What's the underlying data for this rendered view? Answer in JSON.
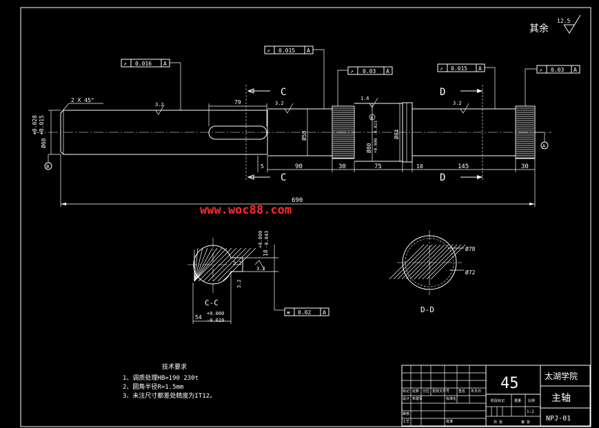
{
  "header": {
    "surface_finish_note": "其余",
    "surface_finish_value": "12.5"
  },
  "tolerance_frames": {
    "f1": {
      "symbol": "↗",
      "value": "0.016",
      "datum": "A"
    },
    "f2": {
      "symbol": "↗",
      "value": "0.015",
      "datum": "A"
    },
    "f3": {
      "symbol": "↗",
      "value": "0.03",
      "datum": "A"
    },
    "f4": {
      "symbol": "↗",
      "value": "0.015",
      "datum": "A"
    },
    "f5": {
      "symbol": "↗",
      "value": "0.03",
      "datum": "A"
    },
    "f6": {
      "symbol": "≡",
      "value": "0.02",
      "datum": "A"
    }
  },
  "main_view": {
    "chamfer": "2 X 45°",
    "left_diameter": "Ø60",
    "left_tol_upper": "+0.028",
    "left_tol_lower": "+0.015",
    "datum_b": "B",
    "datum_a": "A",
    "roughness_left": "3.2",
    "roughness_mid": "3.2",
    "roughness_gear": "1.6",
    "roughness_right": "3.2",
    "keyway_length": "79",
    "step_small": "5",
    "diam_58": "Ø58",
    "diam_80": "Ø80",
    "diam_80_tol": "+0.009 -0.023",
    "diam_84": "Ø84",
    "datum_circle_b": "B",
    "section_c": "C",
    "section_d": "D",
    "dim_90": "90",
    "dim_30a": "30",
    "dim_75": "75",
    "dim_10": "10",
    "dim_145": "145",
    "dim_30b": "30",
    "overall_length": "690"
  },
  "watermark": "www.woc88.com",
  "section_cc": {
    "label": "C-C",
    "keyway_depth": "18",
    "depth_tol_upper": "+0.000",
    "depth_tol_lower": "-0.043",
    "roughness_a": "3.2",
    "roughness_b": "3.2",
    "roughness_c": "3.2",
    "width_dim": "54",
    "width_tol_upper": "+0.000",
    "width_tol_lower": "-0.020"
  },
  "section_dd": {
    "label": "D-D",
    "diam_outer": "Ø78",
    "diam_inner": "Ø72"
  },
  "tech_requirements": {
    "title": "技术要求",
    "items": [
      "1、调质处理HB=190 230t",
      "2、圆角半径R=1.5mm",
      "3、未注尺寸都差处精度为IT12。"
    ]
  },
  "title_block": {
    "material": "45",
    "school": "太湖学院",
    "part_name": "主轴",
    "drawing_no": "NPJ-01",
    "scale": "1:2",
    "headers": [
      "标记",
      "处数",
      "分区",
      "更改文件号",
      "签名",
      "年月日"
    ],
    "row_design": [
      "设计",
      "朱建军",
      "",
      "标准化"
    ],
    "row_review": "审核",
    "row_process": "工艺",
    "row_approve": "批准",
    "stage_label": "阶段标记",
    "weight_label": "重量",
    "scale_label": "比例",
    "sheet_total": "共 张",
    "sheet_no": "第 张"
  }
}
